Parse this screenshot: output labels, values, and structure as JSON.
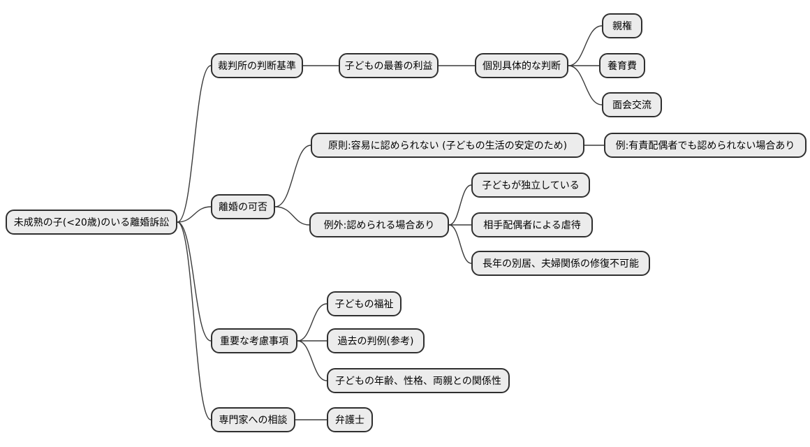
{
  "theme": {
    "background": "#ffffff",
    "node_fill": "#ececec",
    "node_border": "#2f2f2f",
    "link_color": "#3a3a3a",
    "text_color": "#000000"
  },
  "mindmap": {
    "root": {
      "label": "未成熟の子(<20歳)のいる離婚訴訟",
      "children": [
        {
          "label": "裁判所の判断基準",
          "children": [
            {
              "label": "子どもの最善の利益",
              "children": [
                {
                  "label": "個別具体的な判断",
                  "children": [
                    {
                      "label": "親権"
                    },
                    {
                      "label": "養育費"
                    },
                    {
                      "label": "面会交流"
                    }
                  ]
                }
              ]
            }
          ]
        },
        {
          "label": "離婚の可否",
          "children": [
            {
              "label": "原則:容易に認められない (子どもの生活の安定のため)",
              "children": [
                {
                  "label": "例:有責配偶者でも認められない場合あり"
                }
              ]
            },
            {
              "label": "例外:認められる場合あり",
              "children": [
                {
                  "label": "子どもが独立している"
                },
                {
                  "label": "相手配偶者による虐待"
                },
                {
                  "label": "長年の別居、夫婦関係の修復不可能"
                }
              ]
            }
          ]
        },
        {
          "label": "重要な考慮事項",
          "children": [
            {
              "label": "子どもの福祉"
            },
            {
              "label": "過去の判例(参考)"
            },
            {
              "label": "子どもの年齢、性格、両親との関係性"
            }
          ]
        },
        {
          "label": "専門家への相談",
          "children": [
            {
              "label": "弁護士"
            }
          ]
        }
      ]
    }
  }
}
